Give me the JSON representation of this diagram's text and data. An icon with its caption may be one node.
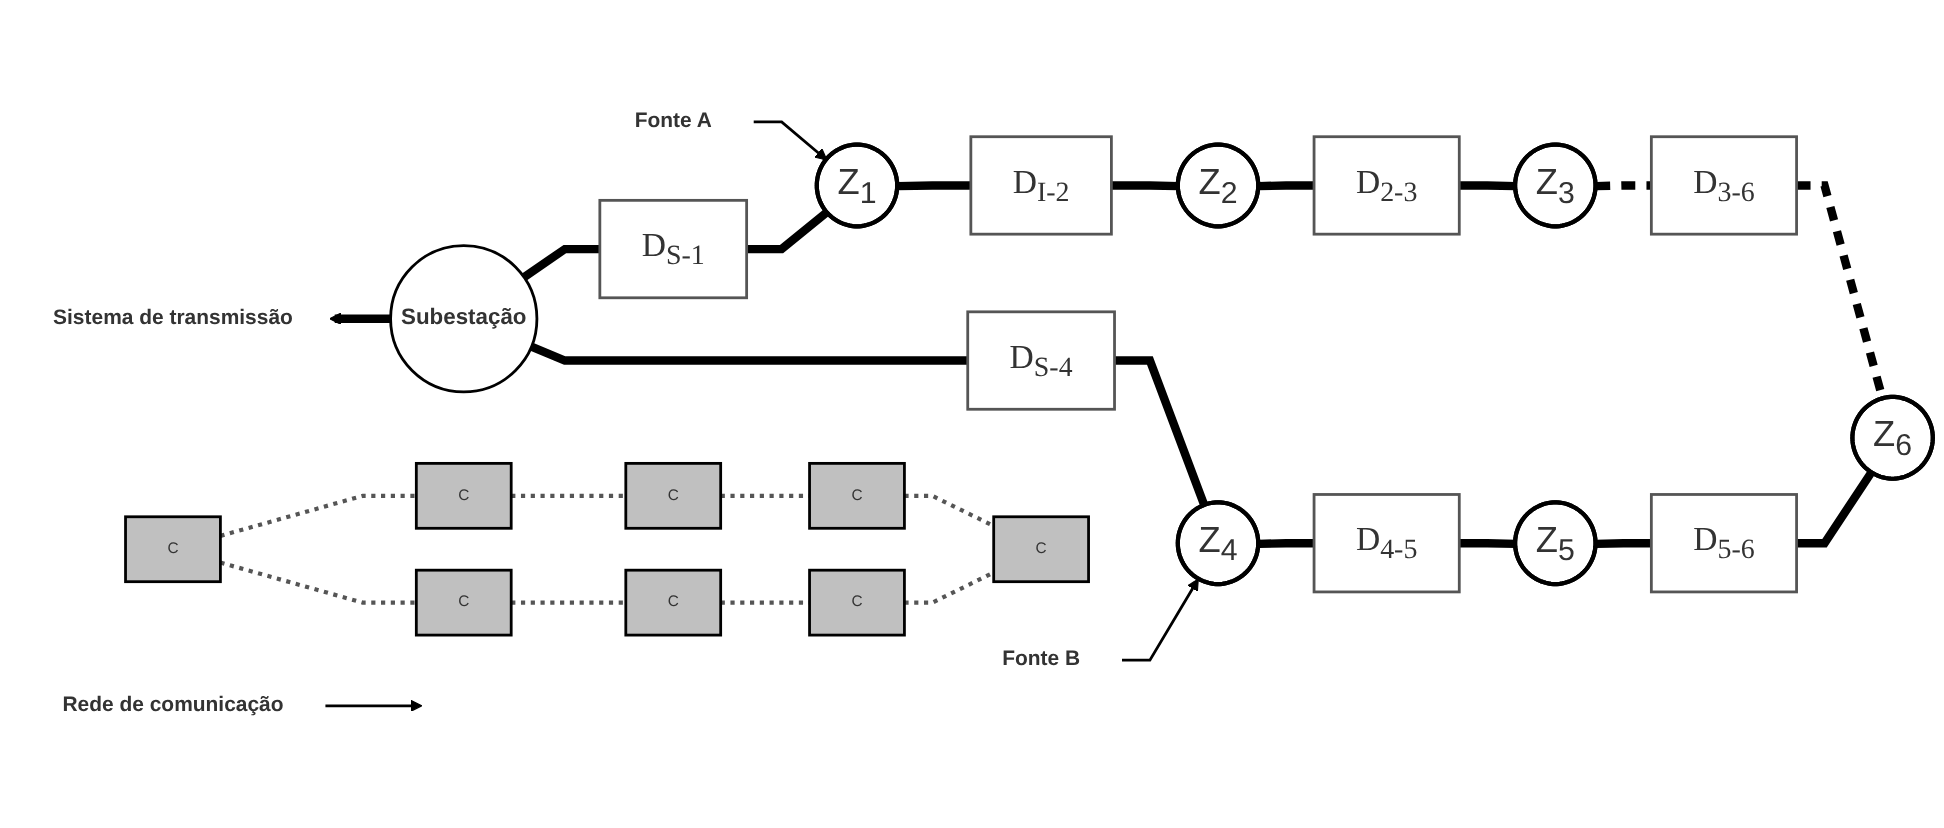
{
  "diagram": {
    "nodes": [
      {
        "text": [
          "Fonte A"
        ]
      },
      {
        "text": [
          "Z$_{1}$"
        ]
      },
      {
        "text": [
          "D$_{I-2}$"
        ]
      },
      {
        "text": [
          "Z$_{2}$"
        ]
      },
      {
        "text": [
          "D$_{2-3}$"
        ]
      },
      {
        "text": [
          "Z$_{3}$"
        ]
      },
      {
        "text": [
          "D$_{S-1}$"
        ]
      },
      {
        "text": [
          "C"
        ]
      },
      {
        "text": [
          "C"
        ]
      },
      {
        "text": [
          "C"
        ]
      },
      {
        "text": [
          "Sistema de transmissão"
        ]
      },
      {
        "text": [
          "Subestação"
        ]
      },
      {
        "text": [
          "C"
        ]
      },
      {
        "text": [
          "Rede de comunicação"
        ]
      },
      {
        "text": [
          "C"
        ]
      },
      {
        "text": [
          "D$_{3-6}$"
        ]
      },
      {
        "text": [
          "D$_{S-4}$"
        ]
      },
      {
        "text": [
          "C"
        ]
      },
      {
        "text": [
          "C"
        ]
      },
      {
        "text": [
          "C"
        ]
      },
      {
        "text": [
          "Z$_{4}$"
        ]
      },
      {
        "text": [
          "D$_{4-5}$"
        ]
      },
      {
        "text": [
          "Z$_{5}$"
        ]
      },
      {
        "text": [
          "D$_{5-6}$"
        ]
      },
      {
        "text": [
          "Z$_{6}$"
        ]
      },
      {
        "text": [
          "Fonte B"
        ]
      }
    ],
    "edges": [
      {
        "from": 0,
        "to": 1,
        "arrow": "to"
      },
      {
        "from": 11,
        "to": 10,
        "arrow": "to"
      },
      {
        "from": 11,
        "to": 6,
        "arrow": "none"
      },
      {
        "from": 6,
        "to": 1,
        "arrow": "none"
      },
      {
        "from": 1,
        "to": 2,
        "arrow": "none"
      },
      {
        "from": 2,
        "to": 3,
        "arrow": "none"
      },
      {
        "from": 3,
        "to": 4,
        "arrow": "none"
      },
      {
        "from": 4,
        "to": 5,
        "arrow": "none"
      },
      {
        "from": 5,
        "to": 15,
        "arrow": "none",
        "style": "dashed"
      },
      {
        "from": 15,
        "to": 24,
        "arrow": "none",
        "style": "dashed"
      },
      {
        "from": 11,
        "to": 16,
        "arrow": "none"
      },
      {
        "from": 16,
        "to": 20,
        "arrow": "none"
      },
      {
        "from": 20,
        "to": 21,
        "arrow": "none"
      },
      {
        "from": 21,
        "to": 22,
        "arrow": "none"
      },
      {
        "from": 22,
        "to": 23,
        "arrow": "none"
      },
      {
        "from": 23,
        "to": 24,
        "arrow": "none"
      },
      {
        "from": 25,
        "to": 20,
        "arrow": "to"
      },
      {
        "from": 13,
        "to": null,
        "arrow": "to"
      },
      {
        "from": 7,
        "to": 8,
        "arrow": "none",
        "style": "dashed",
        "color": "#555555"
      },
      {
        "from": 8,
        "to": 9,
        "arrow": "none",
        "style": "dashed",
        "color": "#555555"
      },
      {
        "from": 9,
        "to": 14,
        "arrow": "none",
        "style": "dashed",
        "color": "#555555"
      },
      {
        "from": 14,
        "to": 19,
        "arrow": "none",
        "style": "dashed",
        "color": "#555555"
      },
      {
        "from": 19,
        "to": 18,
        "arrow": "none",
        "style": "dashed",
        "color": "#555555"
      },
      {
        "from": 18,
        "to": 17,
        "arrow": "none",
        "style": "dashed",
        "color": "#555555"
      },
      {
        "from": 17,
        "to": 12,
        "arrow": "none",
        "style": "dashed",
        "color": "#555555"
      },
      {
        "from": 12,
        "to": 7,
        "arrow": "none",
        "style": "dashed",
        "color": "#555555"
      }
    ]
  }
}
